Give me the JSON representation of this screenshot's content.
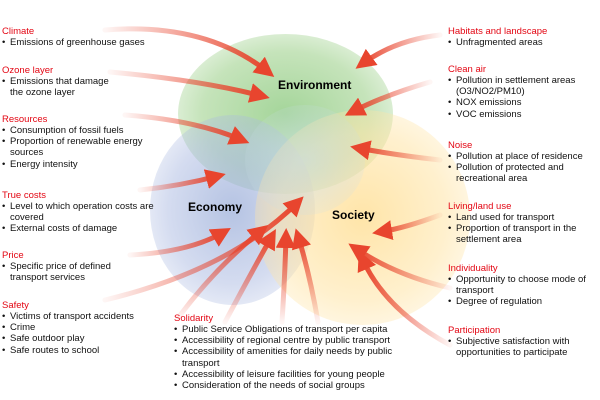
{
  "center": {
    "environment": "Environment",
    "economy": "Economy",
    "society": "Society"
  },
  "groups": {
    "climate": {
      "heading": "Climate",
      "items": [
        "Emissions of greenhouse gases"
      ]
    },
    "ozone": {
      "heading": "Ozone layer",
      "items": [
        "Emissions that damage the ozone layer"
      ]
    },
    "resources": {
      "heading": "Resources",
      "items": [
        "Consumption of fossil fuels",
        "Proportion of renewable energy sources",
        "Energy intensity"
      ]
    },
    "truecosts": {
      "heading": "True costs",
      "items": [
        "Level to which operation costs are covered",
        "External costs of damage"
      ]
    },
    "price": {
      "heading": "Price",
      "items": [
        "Specific price of defined transport services"
      ]
    },
    "safety": {
      "heading": "Safety",
      "items": [
        "Victims of transport accidents",
        "Crime",
        "Safe outdoor play",
        "Safe routes to school"
      ]
    },
    "solidarity": {
      "heading": "Solidarity",
      "items": [
        "Public Service Obligations of transport per capita",
        "Accessibility of regional centre by public transport",
        "Accessibility of amenities for daily needs by public transport",
        "Accessibility of leisure facilities for young people",
        "Consideration of the needs of social groups"
      ]
    },
    "habitats": {
      "heading": "Habitats and landscape",
      "items": [
        "Unfragmented areas"
      ]
    },
    "cleanair": {
      "heading": "Clean air",
      "items": [
        "Pollution in settlement areas (O3/NO2/PM10)",
        "NOX emissions",
        "VOC emissions"
      ]
    },
    "noise": {
      "heading": "Noise",
      "items": [
        "Pollution at place of residence",
        "Pollution of protected and recreational area"
      ]
    },
    "landuse": {
      "heading": "Living/land use",
      "items": [
        "Land used for transport",
        "Proportion of transport in the settlement area"
      ]
    },
    "individuality": {
      "heading": "Individuality",
      "items": [
        "Opportunity to choose mode of transport",
        "Degree of regulation"
      ]
    },
    "participation": {
      "heading": "Participation",
      "items": [
        "Subjective satisfaction with opportunities to participate"
      ]
    }
  },
  "colors": {
    "heading": "#e30613",
    "arrow": "#e8452e"
  }
}
